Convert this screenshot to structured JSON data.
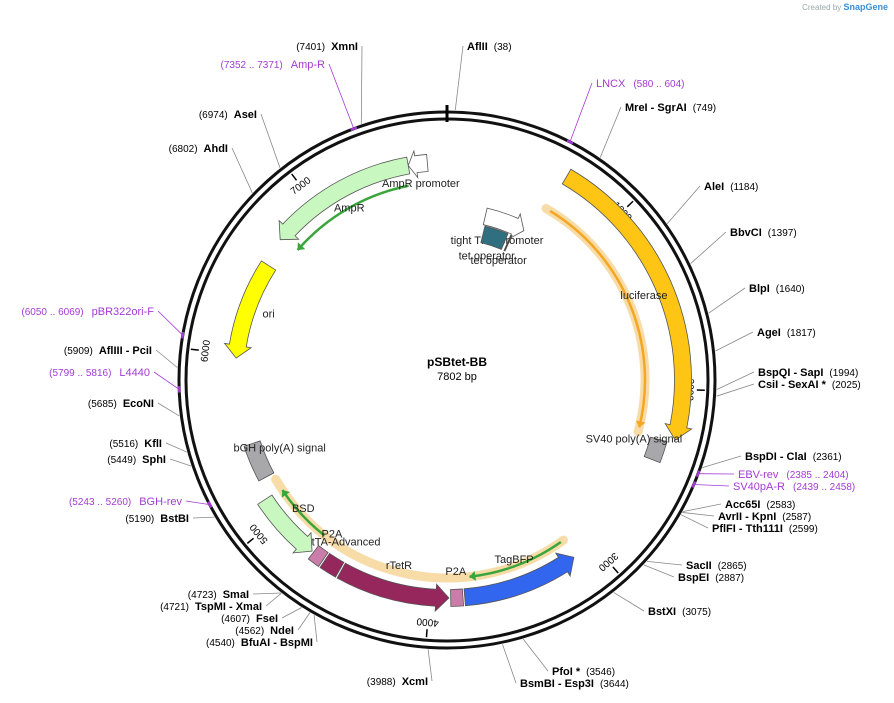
{
  "credit": {
    "prefix": "Created by",
    "brand": "SnapGene"
  },
  "plasmid": {
    "name": "pSBtet-BB",
    "length_label": "7802 bp",
    "length": 7802
  },
  "ticks": [
    {
      "label": "1000",
      "pos": 1000
    },
    {
      "label": "2000",
      "pos": 2000
    },
    {
      "label": "3000",
      "pos": 3000
    },
    {
      "label": "4000",
      "pos": 4000
    },
    {
      "label": "5000",
      "pos": 5000
    },
    {
      "label": "6000",
      "pos": 6000
    },
    {
      "label": "7000",
      "pos": 7000
    }
  ],
  "sites": [
    {
      "name": "AflII",
      "pos": "(38)",
      "bp": 38
    },
    {
      "name": "MreI  - SgrAI",
      "pos": "(749)",
      "bp": 749
    },
    {
      "name": "AleI",
      "pos": "(1184)",
      "bp": 1184
    },
    {
      "name": "BbvCI",
      "pos": "(1397)",
      "bp": 1397
    },
    {
      "name": "BlpI",
      "pos": "(1640)",
      "bp": 1640
    },
    {
      "name": "AgeI",
      "pos": "(1817)",
      "bp": 1817
    },
    {
      "name": "BspQI  - SapI",
      "pos": "(1994)",
      "bp": 1994
    },
    {
      "name": "CsiI  - SexAI *",
      "pos": "(2025)",
      "bp": 2025
    },
    {
      "name": "BspDI  - ClaI",
      "pos": "(2361)",
      "bp": 2361
    },
    {
      "name": "Acc65I",
      "pos": "(2583)",
      "bp": 2583
    },
    {
      "name": "AvrII  - KpnI",
      "pos": "(2587)",
      "bp": 2587
    },
    {
      "name": "PflFI  - Tth111I",
      "pos": "(2599)",
      "bp": 2599
    },
    {
      "name": "SacII",
      "pos": "(2865)",
      "bp": 2865
    },
    {
      "name": "BspEI",
      "pos": "(2887)",
      "bp": 2887
    },
    {
      "name": "BstXI",
      "pos": "(3075)",
      "bp": 3075
    },
    {
      "name": "PfoI *",
      "pos": "(3546)",
      "bp": 3546
    },
    {
      "name": "BsmBI  - Esp3I",
      "pos": "(3644)",
      "bp": 3644
    },
    {
      "name": "XcmI",
      "pos": "(3988)",
      "bp": 3988
    },
    {
      "name": "BfuAI  - BspMI",
      "pos": "(4540)",
      "bp": 4540
    },
    {
      "name": "NdeI",
      "pos": "(4562)",
      "bp": 4562
    },
    {
      "name": "FseI",
      "pos": "(4607)",
      "bp": 4607
    },
    {
      "name": "TspMI  - XmaI",
      "pos": "(4721)",
      "bp": 4721
    },
    {
      "name": "SmaI",
      "pos": "(4723)",
      "bp": 4723
    },
    {
      "name": "BstBI",
      "pos": "(5190)",
      "bp": 5190
    },
    {
      "name": "SphI",
      "pos": "(5449)",
      "bp": 5449
    },
    {
      "name": "KflI",
      "pos": "(5516)",
      "bp": 5516
    },
    {
      "name": "EcoNI",
      "pos": "(5685)",
      "bp": 5685
    },
    {
      "name": "AflIII  - PciI",
      "pos": "(5909)",
      "bp": 5909
    },
    {
      "name": "AhdI",
      "pos": "(6802)",
      "bp": 6802
    },
    {
      "name": "AseI",
      "pos": "(6974)",
      "bp": 6974
    },
    {
      "name": "XmnI",
      "pos": "(7401)",
      "bp": 7401
    }
  ],
  "primers": [
    {
      "name": "LNCX",
      "pos": "(580 .. 604)",
      "bp": 592
    },
    {
      "name": "EBV-rev",
      "pos": "(2385 .. 2404)",
      "bp": 2394
    },
    {
      "name": "SV40pA-R",
      "pos": "(2439 .. 2458)",
      "bp": 2448
    },
    {
      "name": "BGH-rev",
      "pos": "(5243 .. 5260)",
      "bp": 5251
    },
    {
      "name": "L4440",
      "pos": "(5799 .. 5816)",
      "bp": 5808
    },
    {
      "name": "pBR322ori-F",
      "pos": "(6050 .. 6069)",
      "bp": 6060
    },
    {
      "name": "Amp-R",
      "pos": "(7352 .. 7371)",
      "bp": 7361
    }
  ],
  "features": [
    {
      "label": "tight TRE promoter",
      "start": 285,
      "end": 590,
      "color": "#ffffff",
      "dir": 1
    },
    {
      "label": "tet operator",
      "start": 300,
      "end": 490,
      "color": "#2f6f80",
      "dir": 0
    },
    {
      "label": "tet operator",
      "start": 515,
      "end": 525,
      "color": "#333333",
      "dir": 0
    },
    {
      "label": "luciferase",
      "start": 660,
      "end": 2270,
      "color": "#ffc515",
      "dir": 1
    },
    {
      "label": "SV40 poly(A) signal",
      "start": 2290,
      "end": 2410,
      "color": "#a8a8aa",
      "dir": 0
    },
    {
      "label": "TagBFP",
      "start": 3130,
      "end": 3800,
      "color": "#3366ee",
      "dir": -1
    },
    {
      "label": "P2A",
      "start": 3810,
      "end": 3880,
      "color": "#c97da8",
      "dir": 0
    },
    {
      "label": "rTetR",
      "start": 3890,
      "end": 4530,
      "color": "#96275d",
      "dir": -1
    },
    {
      "label": "rtTA-Advanced",
      "start": 4540,
      "end": 4640,
      "color": "#96275d",
      "dir": 0
    },
    {
      "label": "P2A",
      "start": 4650,
      "end": 4720,
      "color": "#c97da8",
      "dir": 0
    },
    {
      "label": "BSD",
      "start": 4730,
      "end": 5130,
      "color": "#c8f7c0",
      "dir": -1
    },
    {
      "label": "bGH poly(A) signal",
      "start": 5240,
      "end": 5460,
      "color": "#a8a8aa",
      "dir": 0
    },
    {
      "label": "ori",
      "start": 5980,
      "end": 6560,
      "color": "#ffff00",
      "dir": -1
    },
    {
      "label": "AmpR",
      "start": 6720,
      "end": 7580,
      "color": "#c8f7c0",
      "dir": -1
    },
    {
      "label": "AmpR promoter",
      "start": 7580,
      "end": 7690,
      "color": "#ffffff",
      "dir": -1
    }
  ],
  "orfs": [
    {
      "start": 680,
      "end": 2250,
      "dir": 1,
      "color": "#f5a623"
    },
    {
      "start": 3140,
      "end": 3760,
      "dir": 1,
      "color": "#3aa53a"
    },
    {
      "start": 4730,
      "end": 5120,
      "dir": 1,
      "color": "#3aa53a"
    },
    {
      "start": 6740,
      "end": 7560,
      "dir": -1,
      "color": "#3aa53a"
    }
  ],
  "orf_highlights": [
    {
      "start": 650,
      "end": 2280
    },
    {
      "start": 3120,
      "end": 5200
    }
  ]
}
